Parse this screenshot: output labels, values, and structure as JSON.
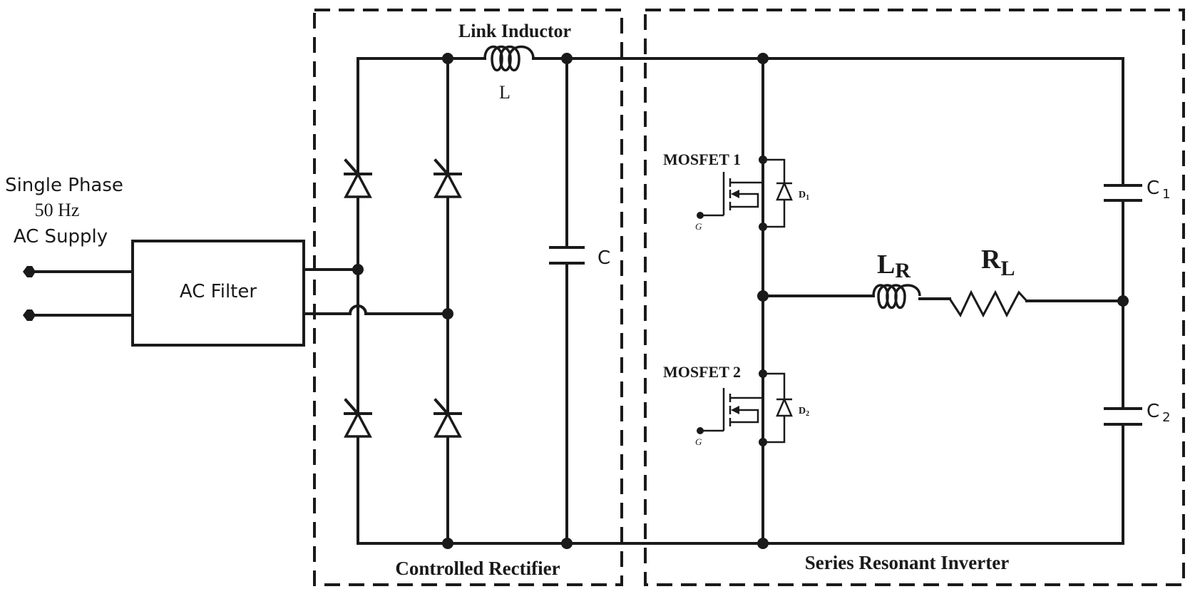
{
  "diagram": {
    "type": "circuit-schematic",
    "title": "Controlled rectifier fed series resonant inverter",
    "source": {
      "label_line1": "Single Phase",
      "label_line2": "50 Hz",
      "label_line3": "AC Supply"
    },
    "filter": {
      "label": "AC Filter"
    },
    "rectifier": {
      "section_label": "Controlled Rectifier",
      "link_inductor_label": "Link Inductor",
      "inductor_symbol": "L",
      "capacitor_symbol": "C",
      "thyristor_count": 4
    },
    "inverter": {
      "section_label": "Series Resonant Inverter",
      "switches": [
        {
          "label": "MOSFET 1",
          "gate": "G",
          "diode": "D",
          "diode_sub": "1"
        },
        {
          "label": "MOSFET 2",
          "gate": "G",
          "diode": "D",
          "diode_sub": "2"
        }
      ],
      "resonant_inductor": {
        "main": "L",
        "sub": "R"
      },
      "load_resistor": {
        "main": "R",
        "sub": "L"
      },
      "capacitors": [
        {
          "main": "C",
          "sub": "1"
        },
        {
          "main": "C",
          "sub": "2"
        }
      ]
    }
  }
}
